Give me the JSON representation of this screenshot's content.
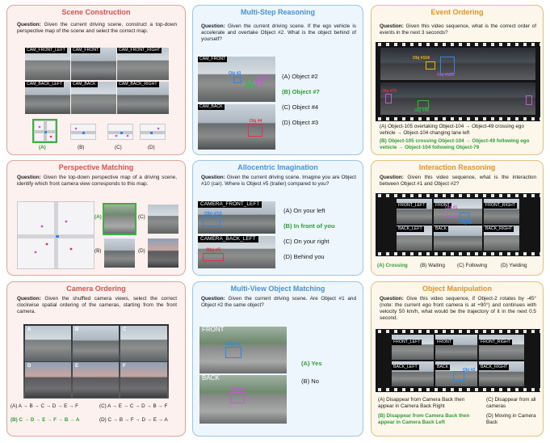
{
  "panels": {
    "scene_construction": {
      "title": "Scene Construction",
      "question_label": "Question:",
      "question": "Given the current driving scene, construct a top-down perspective map of the scene and select the correct map.",
      "cams": [
        "CAM_FRONT_LEFT",
        "CAM_FRONT",
        "CAM_FRONT_RIGHT",
        "CAM_BACK_LEFT",
        "CAM_BACK",
        "CAM_BACK_RIGHT"
      ],
      "options": [
        "(A)",
        "(B)",
        "(C)",
        "(D)"
      ]
    },
    "multi_step": {
      "title": "Multi-Step Reasoning",
      "question_label": "Question:",
      "question": "Given the current driving scene. If the ego vehicle is accelerate and overtake Object #2. What is the object behind of yourself?",
      "cams": [
        "CAM_FRONT",
        "CAM_BACK"
      ],
      "objs": [
        "Obj #3",
        "Obj #7",
        "Obj #2",
        "Obj #4"
      ],
      "options": [
        "(A) Object #2",
        "(B) Object #7",
        "(C) Object #4",
        "(D) Object #3"
      ]
    },
    "event_ordering": {
      "title": "Event Ordering",
      "question_label": "Question:",
      "question": "Given this video sequence, what is the correct order of events in the next 3 seconds?",
      "objs": [
        "Obj #104",
        "Obj #105",
        "Obj #79",
        "Obj #49"
      ],
      "option_a": "(A) Object-105 overtaking Object-104 → Object-49 crossing ego vehicle → Object-104 changing lane left",
      "option_b": "(B) Object-105 crossing Object-104 → Object-49 following ego vehicle → Object-104 following Object-79"
    },
    "perspective": {
      "title": "Perspective Matching",
      "question_label": "Question:",
      "question": "Given the top-down perspective map of a driving scene, identify which front camera view corresponds to this map.",
      "options": [
        "(A)",
        "(B)",
        "(C)",
        "(D)"
      ]
    },
    "allocentric": {
      "title": "Allocentric Imagination",
      "question_label": "Question:",
      "question": "Given the current driving scene. Imagine you are Object #10 (car). Where is Object #5 (trailer) compared to you?",
      "cams": [
        "CAMERA_FRONT_LEFT",
        "CAMERA_BACK_LEFT"
      ],
      "objs": [
        "Obj #10",
        "Obj #5"
      ],
      "options": [
        "(A) On your left",
        "(B) In front of you",
        "(C) On your right",
        "(D) Behind you"
      ]
    },
    "interaction": {
      "title": "Interaction Reasoning",
      "question_label": "Question:",
      "question": "Given this video sequence, what is the interaction between Object #1 and Object #2?",
      "cams": [
        "FRONT_LEFT",
        "FRONT",
        "FRONT_RIGHT",
        "BACK_LEFT",
        "BACK",
        "BACK_RIGHT"
      ],
      "objs": [
        "Obj #1",
        "Obj #2"
      ],
      "options": [
        "(A) Crossing",
        "(B) Waiting",
        "(C) Following",
        "(D) Yielding"
      ]
    },
    "camera_ordering": {
      "title": "Camera Ordering",
      "question_label": "Question:",
      "question": "Given the shuffled camera views, select the correct clockwise spatial ordering of the cameras, starting from the front camera.",
      "tiles": [
        "A",
        "B",
        "C",
        "D",
        "E",
        "F"
      ],
      "options": [
        "(A) A → B → C → D → E → F",
        "(C) A → E → C → D → B → F",
        "(B) C → D → E → F → B → A",
        "(D) C → B → F → D → E → A"
      ]
    },
    "multi_view": {
      "title": "Multi-View Object Matching",
      "question_label": "Question:",
      "question": "Given the current driving scene. Are Object #1 and Object #2 the same object?",
      "cams": [
        "FRONT",
        "BACK"
      ],
      "objs": [
        "Obj #1",
        "Obj #2"
      ],
      "options": [
        "(A) Yes",
        "(B) No"
      ]
    },
    "manipulation": {
      "title": "Object Manipulation",
      "question_label": "Question:",
      "question": "Give this video sequence, if Object-2 rotates by -45° (note: the current ego front camera is at +90°) and continues with velocity 50 km/h, what would be the trajectory of it in the next 0.5 second.",
      "cams": [
        "FRONT_LEFT",
        "FRONT",
        "FRONT_RIGHT",
        "BACK_LEFT",
        "BACK",
        "BACK_RIGHT"
      ],
      "objs": [
        "Obj #2"
      ],
      "option_a": "(A) Disappear from Camera Back then appear in Camera Back Right",
      "option_c": "(C) Disappear from all cameras",
      "option_b": "(B) Disappear from Camera Back then appear in Camera Back Left",
      "option_d": "(D) Moving in Camera Back"
    }
  },
  "colors": {
    "red": "#d9534f",
    "blue": "#4a90d9",
    "orange": "#e0952a",
    "correct": "#2e9e38"
  }
}
